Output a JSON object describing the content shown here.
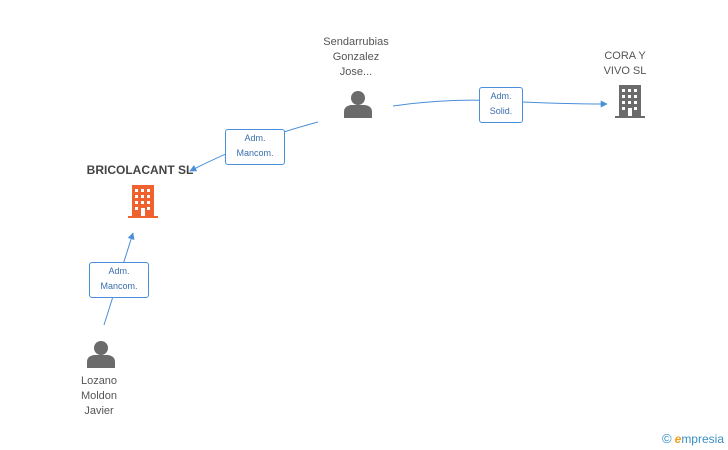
{
  "nodes": {
    "sendarrubias": {
      "lines": [
        "Sendarrubias",
        "Gonzalez",
        "Jose..."
      ],
      "type": "person"
    },
    "cora": {
      "lines": [
        "CORA Y",
        "VIVO SL"
      ],
      "type": "company"
    },
    "bricolacant": {
      "lines": [
        "BRICOLACANT SL"
      ],
      "type": "company-main"
    },
    "lozano": {
      "lines": [
        "Lozano",
        "Moldon",
        "Javier"
      ],
      "type": "person"
    }
  },
  "edges": {
    "sendarrubias_cora": {
      "lines": [
        "Adm.",
        "Solid."
      ]
    },
    "sendarrubias_bricolacant": {
      "lines": [
        "Adm.",
        "Mancom."
      ]
    },
    "lozano_bricolacant": {
      "lines": [
        "Adm.",
        "Mancom."
      ]
    }
  },
  "colors": {
    "edge": "#4a8fd9",
    "person": "#6b6b6b",
    "company": "#6b6b6b",
    "company_main": "#f0622d"
  },
  "watermark": {
    "symbol": "©",
    "brand_initial": "e",
    "brand_rest": "mpresia"
  }
}
